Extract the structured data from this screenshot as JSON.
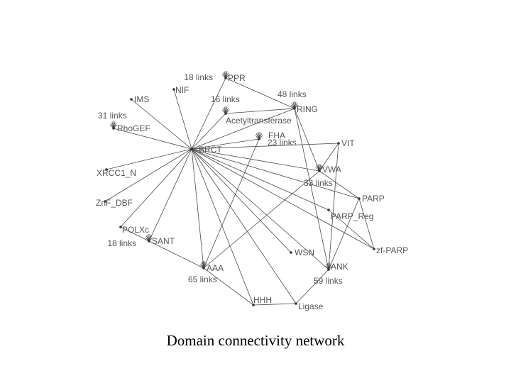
{
  "caption": "Domain connectivity network",
  "nodes": [
    {
      "id": "PPR",
      "label": "PPR"
    },
    {
      "id": "NIF",
      "label": "NIF"
    },
    {
      "id": "IMS",
      "label": "IMS"
    },
    {
      "id": "RING",
      "label": "RING"
    },
    {
      "id": "Acetyltransferase",
      "label": "Acetyltransferase"
    },
    {
      "id": "RhoGEF",
      "label": "RhoGEF"
    },
    {
      "id": "FHA",
      "label": "FHA"
    },
    {
      "id": "BRCT",
      "label": "BRCT"
    },
    {
      "id": "VIT",
      "label": "VIT"
    },
    {
      "id": "VWA",
      "label": "VWA"
    },
    {
      "id": "XRCC1_N",
      "label": "XRCC1_N"
    },
    {
      "id": "ZnF_DBF",
      "label": "ZnF_DBF"
    },
    {
      "id": "PARP",
      "label": "PARP"
    },
    {
      "id": "PARP_Reg",
      "label": "PARP_Reg"
    },
    {
      "id": "POLXc",
      "label": "POLXc"
    },
    {
      "id": "SANT",
      "label": "SANT"
    },
    {
      "id": "zf-PARP",
      "label": "zf-PARP"
    },
    {
      "id": "WSN",
      "label": "WSN"
    },
    {
      "id": "AAA",
      "label": "AAA"
    },
    {
      "id": "ANK",
      "label": "ANK"
    },
    {
      "id": "HHH",
      "label": "HHH"
    },
    {
      "id": "Ligase",
      "label": "Ligase"
    }
  ],
  "link_counts": [
    {
      "node": "PPR",
      "text": "18 links"
    },
    {
      "node": "Acetyltransferase",
      "text": "16 links"
    },
    {
      "node": "RING",
      "text": "48 links"
    },
    {
      "node": "RhoGEF",
      "text": "31 links"
    },
    {
      "node": "FHA",
      "text": "23 links"
    },
    {
      "node": "VWA",
      "text": "33 links"
    },
    {
      "node": "SANT",
      "text": "18 links"
    },
    {
      "node": "AAA",
      "text": "65 links"
    },
    {
      "node": "ANK",
      "text": "59 links"
    }
  ],
  "edges": [
    [
      "BRCT",
      "PPR"
    ],
    [
      "BRCT",
      "NIF"
    ],
    [
      "BRCT",
      "IMS"
    ],
    [
      "BRCT",
      "RhoGEF"
    ],
    [
      "BRCT",
      "RING"
    ],
    [
      "BRCT",
      "Acetyltransferase"
    ],
    [
      "BRCT",
      "FHA"
    ],
    [
      "BRCT",
      "VIT"
    ],
    [
      "BRCT",
      "VWA"
    ],
    [
      "BRCT",
      "XRCC1_N"
    ],
    [
      "BRCT",
      "ZnF_DBF"
    ],
    [
      "BRCT",
      "PARP"
    ],
    [
      "BRCT",
      "PARP_Reg"
    ],
    [
      "BRCT",
      "POLXc"
    ],
    [
      "BRCT",
      "SANT"
    ],
    [
      "BRCT",
      "zf-PARP"
    ],
    [
      "BRCT",
      "WSN"
    ],
    [
      "BRCT",
      "AAA"
    ],
    [
      "BRCT",
      "ANK"
    ],
    [
      "BRCT",
      "HHH"
    ],
    [
      "BRCT",
      "Ligase"
    ],
    [
      "PPR",
      "RING"
    ],
    [
      "Acetyltransferase",
      "RING"
    ],
    [
      "RING",
      "VWA"
    ],
    [
      "RING",
      "ANK"
    ],
    [
      "FHA",
      "AAA"
    ],
    [
      "VIT",
      "VWA"
    ],
    [
      "VIT",
      "ANK"
    ],
    [
      "VWA",
      "PARP"
    ],
    [
      "VWA",
      "AAA"
    ],
    [
      "PARP",
      "zf-PARP"
    ],
    [
      "PARP",
      "ANK"
    ],
    [
      "PARP_Reg",
      "zf-PARP"
    ],
    [
      "SANT",
      "AAA"
    ],
    [
      "AAA",
      "HHH"
    ],
    [
      "HHH",
      "Ligase"
    ],
    [
      "ANK",
      "Ligase"
    ],
    [
      "POLXc",
      "SANT"
    ]
  ]
}
